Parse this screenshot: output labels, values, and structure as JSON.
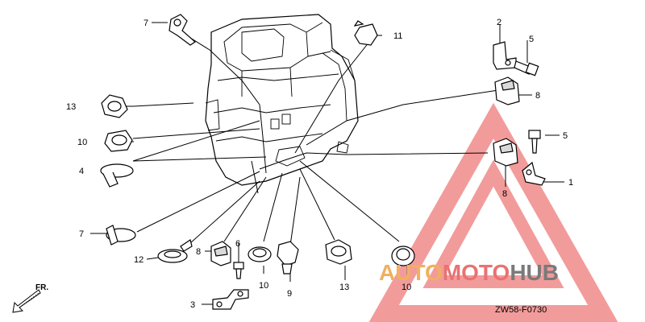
{
  "diagram": {
    "code": "ZW58-F0730",
    "direction_label": "FR.",
    "callouts": [
      {
        "id": "c7a",
        "label": "7"
      },
      {
        "id": "c11",
        "label": "11"
      },
      {
        "id": "c2",
        "label": "2"
      },
      {
        "id": "c5a",
        "label": "5"
      },
      {
        "id": "c8a",
        "label": "8"
      },
      {
        "id": "c13a",
        "label": "13"
      },
      {
        "id": "c10a",
        "label": "10"
      },
      {
        "id": "c4",
        "label": "4"
      },
      {
        "id": "c5b",
        "label": "5"
      },
      {
        "id": "c1",
        "label": "1"
      },
      {
        "id": "c8b",
        "label": "8"
      },
      {
        "id": "c7b",
        "label": "7"
      },
      {
        "id": "c12",
        "label": "12"
      },
      {
        "id": "c8c",
        "label": "8"
      },
      {
        "id": "c6",
        "label": "6"
      },
      {
        "id": "c10b",
        "label": "10"
      },
      {
        "id": "c9",
        "label": "9"
      },
      {
        "id": "c13b",
        "label": "13"
      },
      {
        "id": "c10c",
        "label": "10"
      },
      {
        "id": "c3",
        "label": "3"
      }
    ]
  },
  "watermark": {
    "part1": "AUTO",
    "part2": "MOTO",
    "part3": "HUB",
    "colors": {
      "auto": "#f0b060",
      "moto": "#ea7272",
      "hub": "#7a7a7a",
      "triangle": "#ea5050"
    }
  }
}
